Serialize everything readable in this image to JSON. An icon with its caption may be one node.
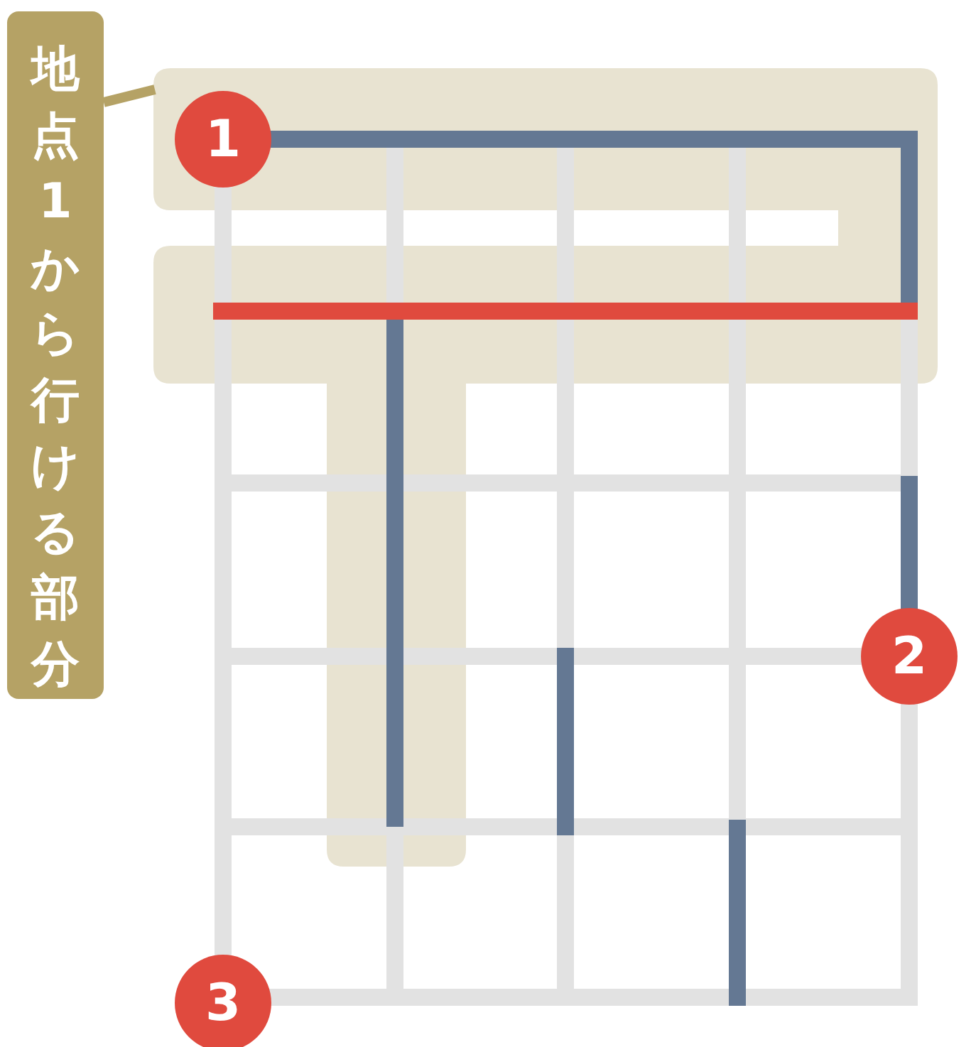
{
  "diagram": {
    "nodes": [
      {
        "text": [
          "地点1から行ける部分"
        ]
      },
      {
        "text": [],
        "shape": "band"
      },
      {
        "text": [
          "1"
        ],
        "in": 1
      },
      {
        "text": [
          "2"
        ]
      },
      {
        "text": [
          "3"
        ]
      }
    ],
    "edges": [
      {
        "from": 0,
        "to": 1,
        "arrow": "none"
      }
    ]
  }
}
